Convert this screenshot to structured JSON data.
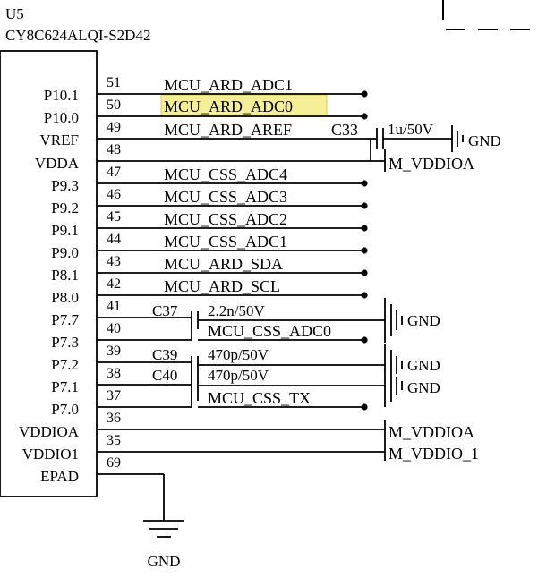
{
  "component": {
    "designator": "U5",
    "part_number": "CY8C624ALQI-S2D42"
  },
  "pins": [
    {
      "name": "P10.1",
      "number": "51"
    },
    {
      "name": "P10.0",
      "number": "50"
    },
    {
      "name": "VREF",
      "number": "49"
    },
    {
      "name": "VDDA",
      "number": "48"
    },
    {
      "name": "P9.3",
      "number": "47"
    },
    {
      "name": "P9.2",
      "number": "46"
    },
    {
      "name": "P9.1",
      "number": "45"
    },
    {
      "name": "P9.0",
      "number": "44"
    },
    {
      "name": "P8.1",
      "number": "43"
    },
    {
      "name": "P8.0",
      "number": "42"
    },
    {
      "name": "P7.7",
      "number": "41"
    },
    {
      "name": "P7.3",
      "number": "40"
    },
    {
      "name": "P7.2",
      "number": "39"
    },
    {
      "name": "P7.1",
      "number": "38"
    },
    {
      "name": "P7.0",
      "number": "37"
    },
    {
      "name": "VDDIOA",
      "number": "36"
    },
    {
      "name": "VDDIO1",
      "number": "35"
    },
    {
      "name": "EPAD",
      "number": "69"
    }
  ],
  "nets": {
    "mcu_ard_adc1": "MCU_ARD_ADC1",
    "mcu_ard_adc0": "MCU_ARD_ADC0",
    "mcu_ard_aref": "MCU_ARD_AREF",
    "mcu_css_adc4": "MCU_CSS_ADC4",
    "mcu_css_adc3": "MCU_CSS_ADC3",
    "mcu_css_adc2": "MCU_CSS_ADC2",
    "mcu_css_adc1": "MCU_CSS_ADC1",
    "mcu_ard_sda": "MCU_ARD_SDA",
    "mcu_ard_scl": "MCU_ARD_SCL",
    "mcu_css_adc0": "MCU_CSS_ADC0",
    "mcu_css_tx": "MCU_CSS_TX",
    "m_vddioa_1": "M_VDDIOA",
    "m_vddioa_2": "M_VDDIOA",
    "m_vddio_1": "M_VDDIO_1"
  },
  "capacitors": [
    {
      "ref": "C33",
      "value": "1u/50V"
    },
    {
      "ref": "C37",
      "value": "2.2n/50V"
    },
    {
      "ref": "C39",
      "value": "470p/50V"
    },
    {
      "ref": "C40",
      "value": "470p/50V"
    }
  ],
  "grounds": {
    "gnd_c33": "GND",
    "gnd_c37": "GND",
    "gnd_c39": "GND",
    "gnd_c40": "GND",
    "gnd_epad": "GND"
  },
  "colors": {
    "highlight": "#f5ef9a",
    "highlight_border": "#d9cf55",
    "line": "#000000",
    "background": "#ffffff"
  }
}
